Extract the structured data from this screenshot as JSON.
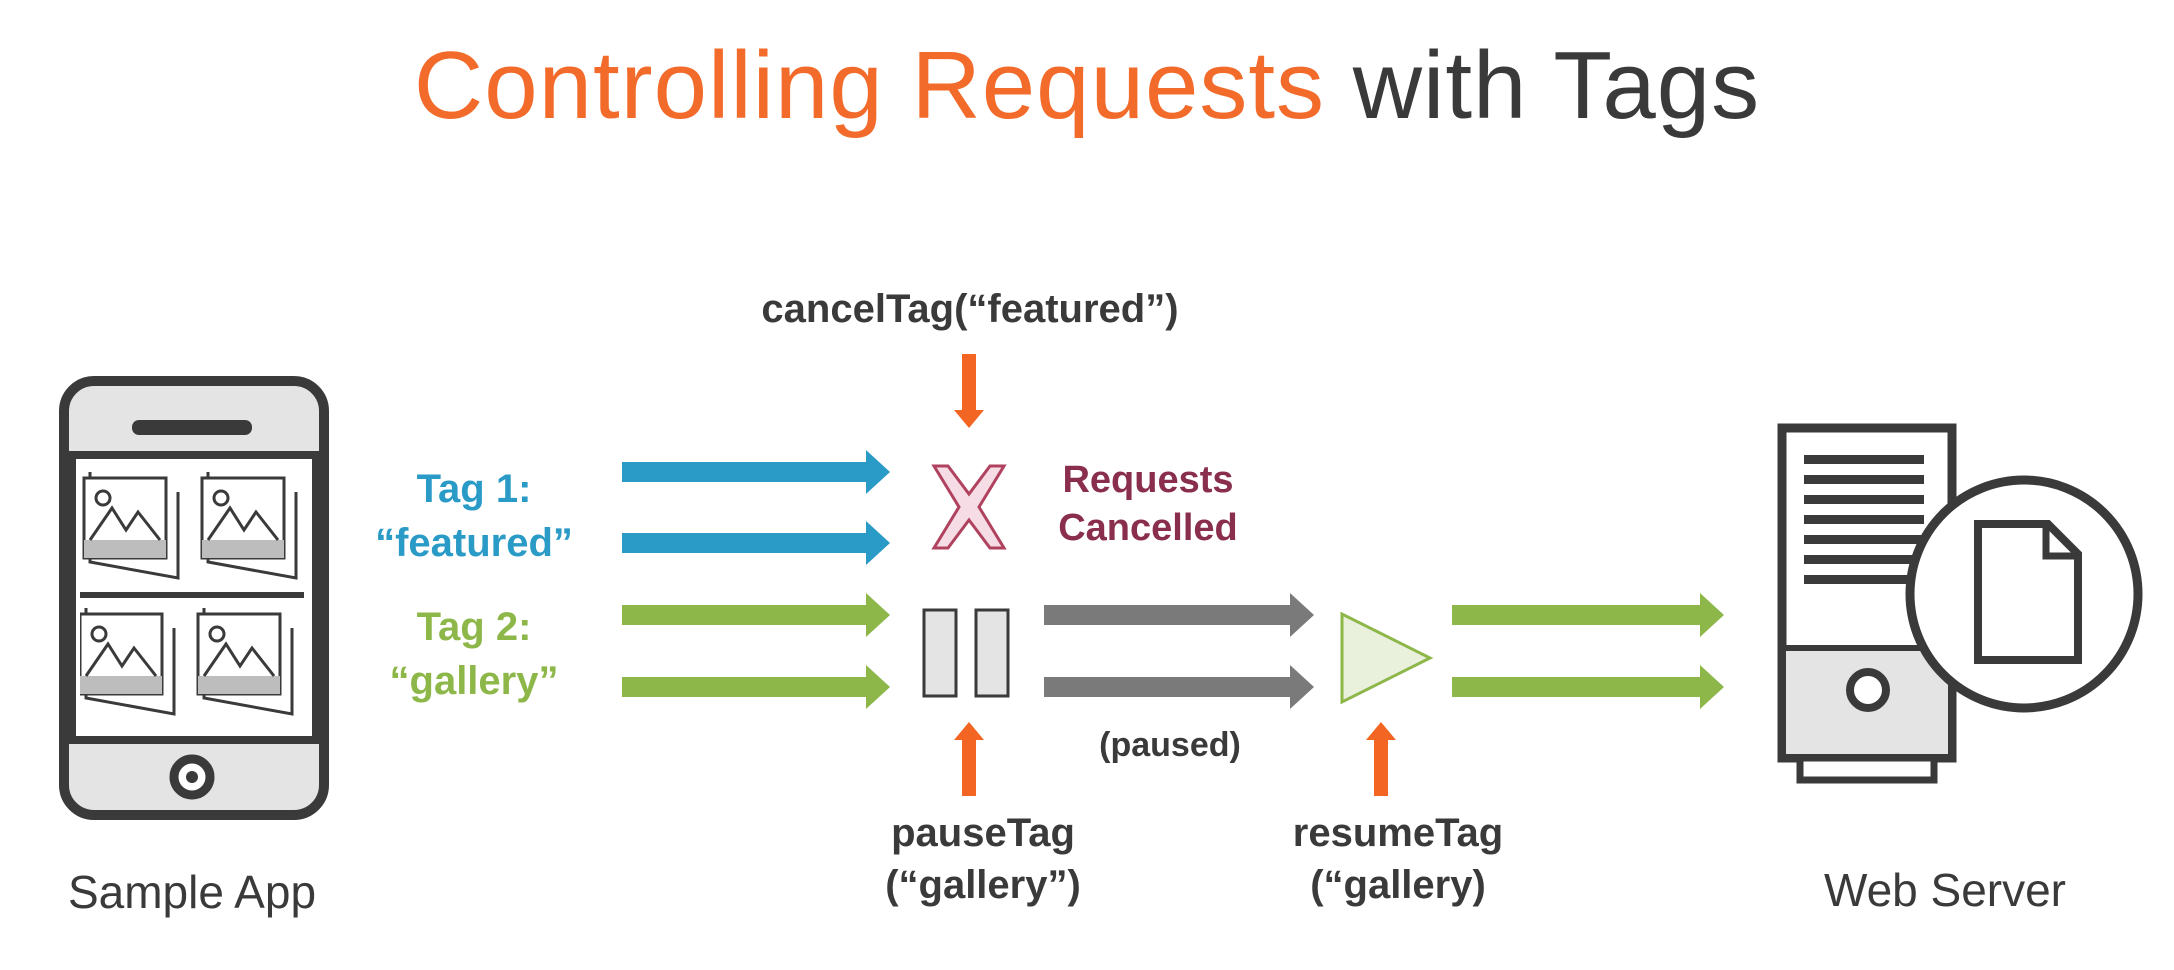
{
  "title": {
    "highlight": "Controlling Requests",
    "rest": " with Tags"
  },
  "tags": {
    "tag1_label": "Tag 1:",
    "tag1_value": "“featured”",
    "tag2_label": "Tag 2:",
    "tag2_value": "“gallery”"
  },
  "actions": {
    "cancel": "cancelTag(“featured”)",
    "cancelled_line1": "Requests",
    "cancelled_line2": "Cancelled",
    "paused": "(paused)",
    "pause_line1": "pauseTag",
    "pause_line2": "(“gallery”)",
    "resume_line1": "resumeTag",
    "resume_line2": "(“gallery)"
  },
  "nodes": {
    "app_label": "Sample App",
    "server_label": "Web Server"
  },
  "colors": {
    "title_accent": "#f26b2b",
    "title_dark": "#3a3a3a",
    "featured": "#2a9ac6",
    "gallery": "#8db749",
    "paused_arrow": "#7a7a7a",
    "trigger_arrow": "#f26522",
    "cancel_x_fill": "#f6dde5",
    "cancel_x_stroke": "#b0425f",
    "cancel_text": "#8a2e4e",
    "icon_stroke": "#3a3a3a",
    "icon_fill": "#e4e4e4",
    "play_fill": "#e9f1dc"
  },
  "icons": {
    "app": "smartphone-icon",
    "server": "web-server-icon",
    "cancel": "cancel-x-icon",
    "pause": "pause-icon",
    "resume": "play-icon"
  }
}
